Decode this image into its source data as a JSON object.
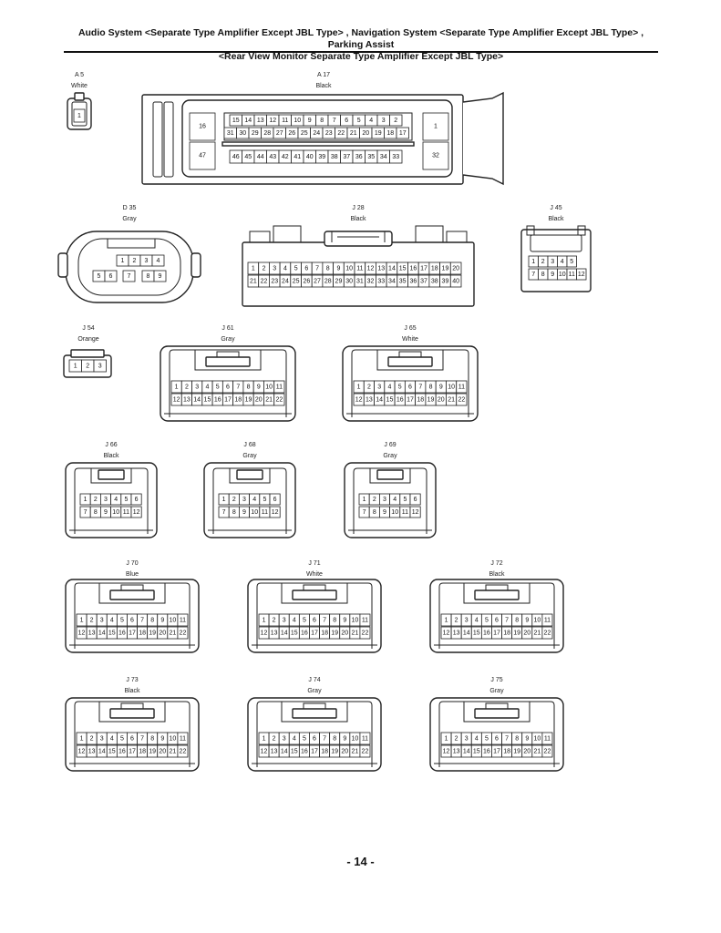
{
  "header": {
    "line1": "Audio System <Separate Type Amplifier Except JBL Type> , Navigation System <Separate Type Amplifier Except JBL Type> , Parking Assist",
    "line2": "<Rear View Monitor Separate Type Amplifier Except JBL Type>"
  },
  "page_number": "- 14 -",
  "connectors": [
    {
      "id": "A 5",
      "color": "White"
    },
    {
      "id": "A 17",
      "color": "Black"
    },
    {
      "id": "D 35",
      "color": "Gray"
    },
    {
      "id": "J 28",
      "color": "Black"
    },
    {
      "id": "J 45",
      "color": "Black"
    },
    {
      "id": "J 54",
      "color": "Orange"
    },
    {
      "id": "J 61",
      "color": "Gray"
    },
    {
      "id": "J 65",
      "color": "White"
    },
    {
      "id": "J 66",
      "color": "Black"
    },
    {
      "id": "J 68",
      "color": "Gray"
    },
    {
      "id": "J 69",
      "color": "Gray"
    },
    {
      "id": "J 70",
      "color": "Blue"
    },
    {
      "id": "J 71",
      "color": "White"
    },
    {
      "id": "J 72",
      "color": "Black"
    },
    {
      "id": "J 73",
      "color": "Black"
    },
    {
      "id": "J 74",
      "color": "Gray"
    },
    {
      "id": "J 75",
      "color": "Gray"
    }
  ]
}
